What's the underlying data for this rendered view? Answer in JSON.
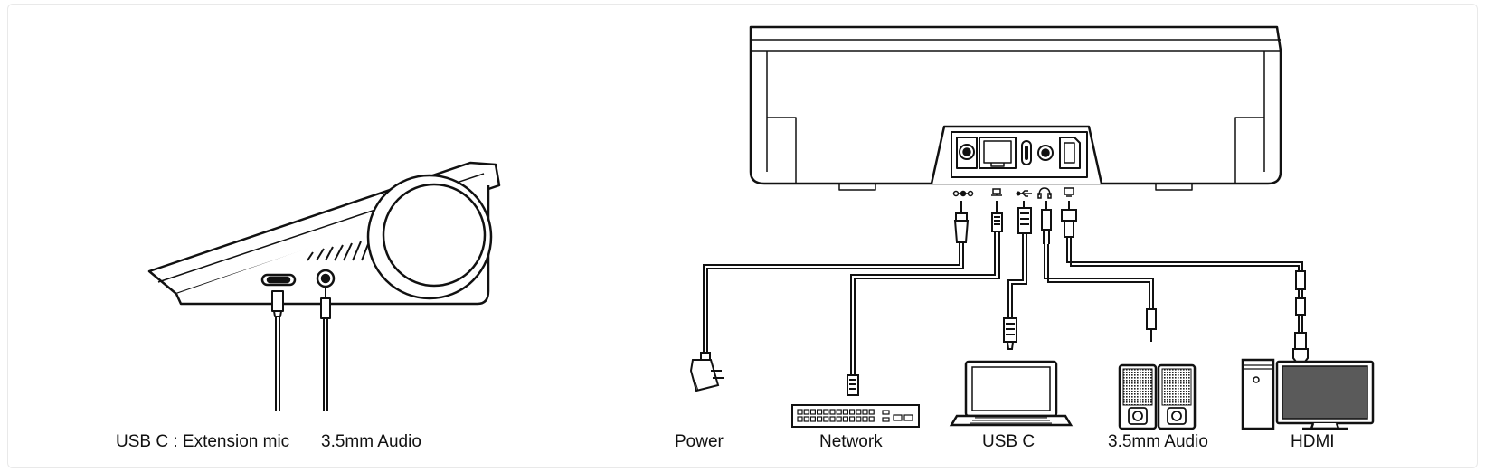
{
  "left_panel": {
    "labels": {
      "usb_c_ext_mic": "USB C : Extension mic",
      "audio_35": "3.5mm Audio"
    }
  },
  "right_panel": {
    "labels": {
      "power": "Power",
      "network": "Network",
      "usb_c": "USB C",
      "audio_35": "3.5mm Audio",
      "hdmi": "HDMI"
    }
  },
  "colors": {
    "line": "#111111",
    "screen_fill": "#5a5a5a",
    "speaker_fill": "#4a4a4a"
  }
}
